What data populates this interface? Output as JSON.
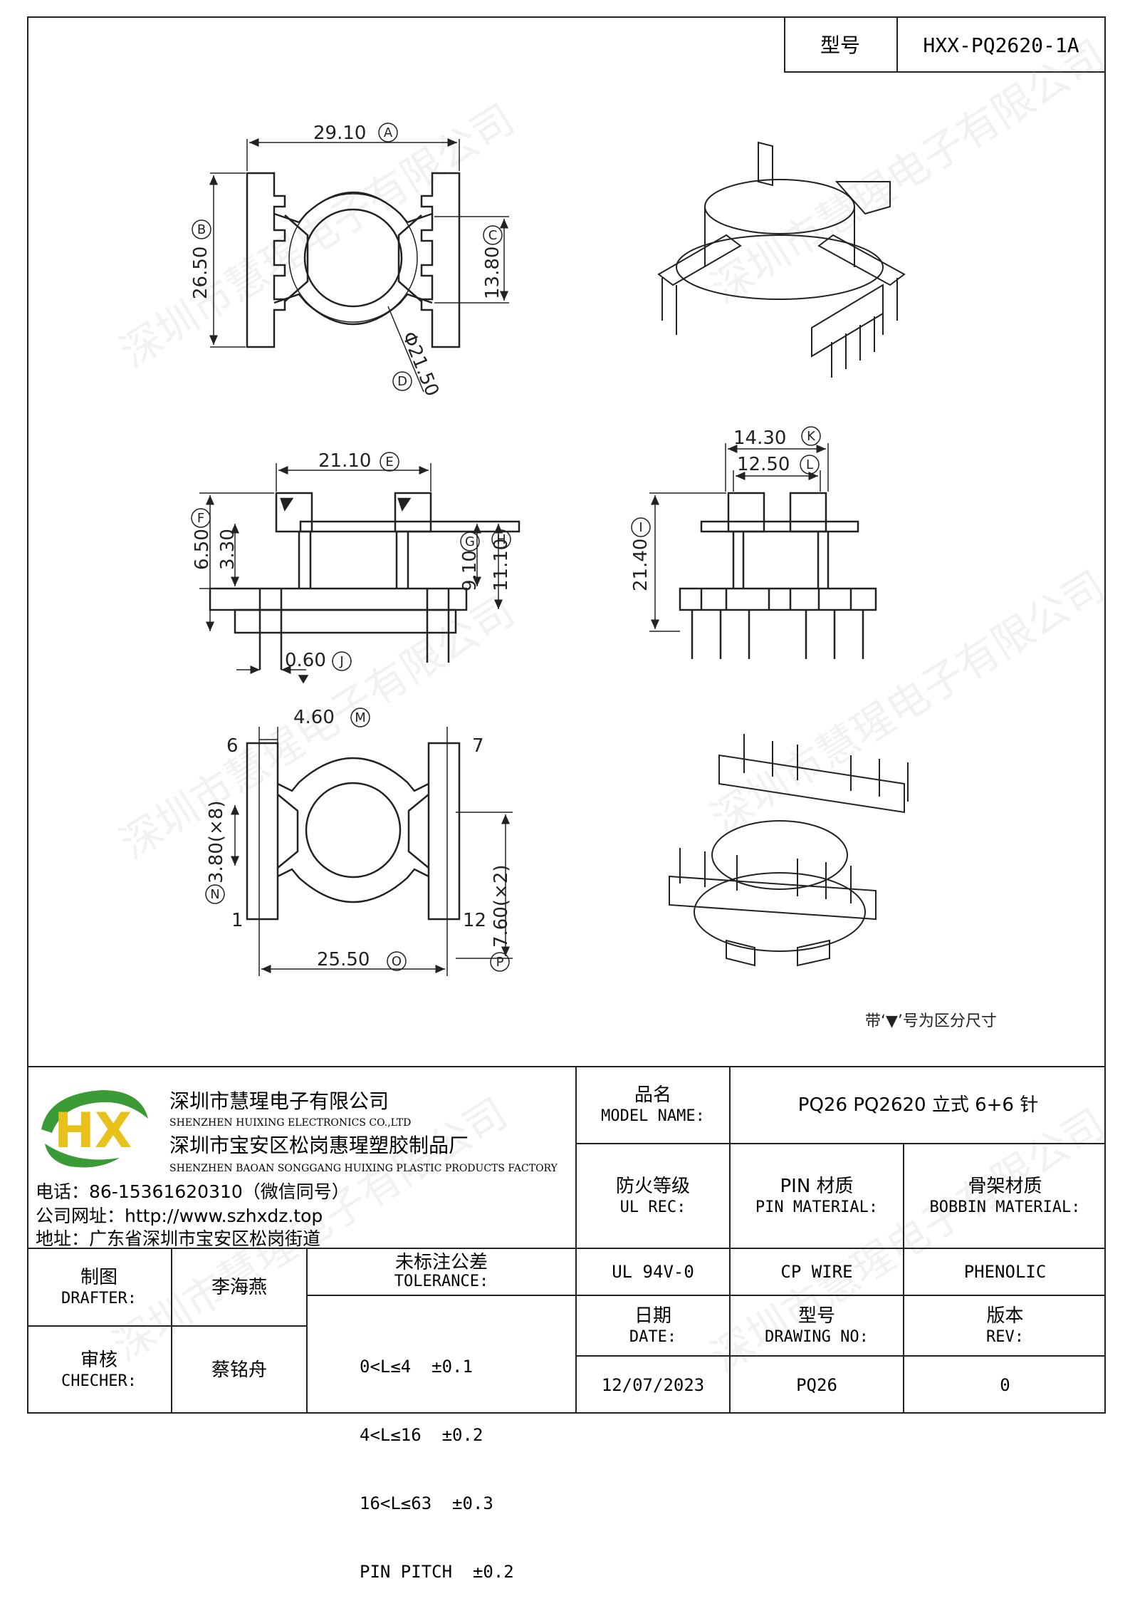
{
  "header": {
    "model_label": "型号",
    "model_value": "HXX-PQ2620-1A"
  },
  "drawing": {
    "dims": {
      "A": "29.10",
      "B": "26.50",
      "C": "13.80",
      "D": "Φ21.50",
      "E": "21.10",
      "F": "6.50",
      "f2": "3.30",
      "G": "9.10",
      "H": "11.10",
      "J": "0.60",
      "K": "14.30",
      "L": "12.50",
      "I": "21.40",
      "M": "4.60",
      "N": "3.80(×8)",
      "O": "25.50",
      "P": "7.60(×2)"
    },
    "letters": [
      "A",
      "B",
      "C",
      "D",
      "E",
      "F",
      "G",
      "H",
      "J",
      "K",
      "L",
      "I",
      "M",
      "N",
      "O",
      "P"
    ],
    "pins": {
      "p6": "6",
      "p7": "7",
      "p1": "1",
      "p12": "12"
    },
    "note": "带‘▼’号为区分尺寸"
  },
  "watermark": "深圳市慧瑆电子有限公司",
  "company": {
    "name_cn": "深圳市慧瑆电子有限公司",
    "name_en": "SHENZHEN HUIXING ELECTRONICS CO.,LTD",
    "factory_cn": "深圳市宝安区松岗惠瑆塑胶制品厂",
    "factory_en": "SHENZHEN BAOAN SONGGANG HUIXING PLASTIC PRODUCTS FACTORY",
    "phone": "电话：86-15361620310（微信同号）",
    "website": "公司网址：http://www.szhxdz.top",
    "address": "地址：广东省深圳市宝安区松岗街道",
    "logo_text": "HX",
    "colors": {
      "green": "#3a9a35",
      "yellow": "#e8c21a"
    }
  },
  "table": {
    "model_name_cn": "品名",
    "model_name_en": "MODEL NAME:",
    "model_name_value": "PQ26 PQ2620 立式 6+6 针",
    "ul_cn": "防火等级",
    "ul_en": "UL REC:",
    "pin_cn": "PIN 材质",
    "pin_en": "PIN MATERIAL:",
    "bobbin_cn": "骨架材质",
    "bobbin_en": "BOBBIN MATERIAL:",
    "ul_value": "UL 94V-0",
    "pin_value": "CP WIRE",
    "bobbin_value": "PHENOLIC",
    "drafter_cn": "制图",
    "drafter_en": "DRAFTER:",
    "drafter_name": "李海燕",
    "checker_cn": "审核",
    "checker_en": "CHECHER:",
    "checker_name": "蔡铭舟",
    "tolerance_cn": "未标注公差",
    "tolerance_en": "TOLERANCE:",
    "tolerance_lines": [
      "0<L≤4  ±0.1",
      "4<L≤16  ±0.2",
      "16<L≤63  ±0.3",
      "PIN PITCH  ±0.2"
    ],
    "date_cn": "日期",
    "date_en": "DATE:",
    "date_value": "12/07/2023",
    "drawing_no_cn": "型号",
    "drawing_no_en": "DRAWING NO:",
    "drawing_no_value": "PQ26",
    "rev_cn": "版本",
    "rev_en": "REV:",
    "rev_value": "0"
  }
}
